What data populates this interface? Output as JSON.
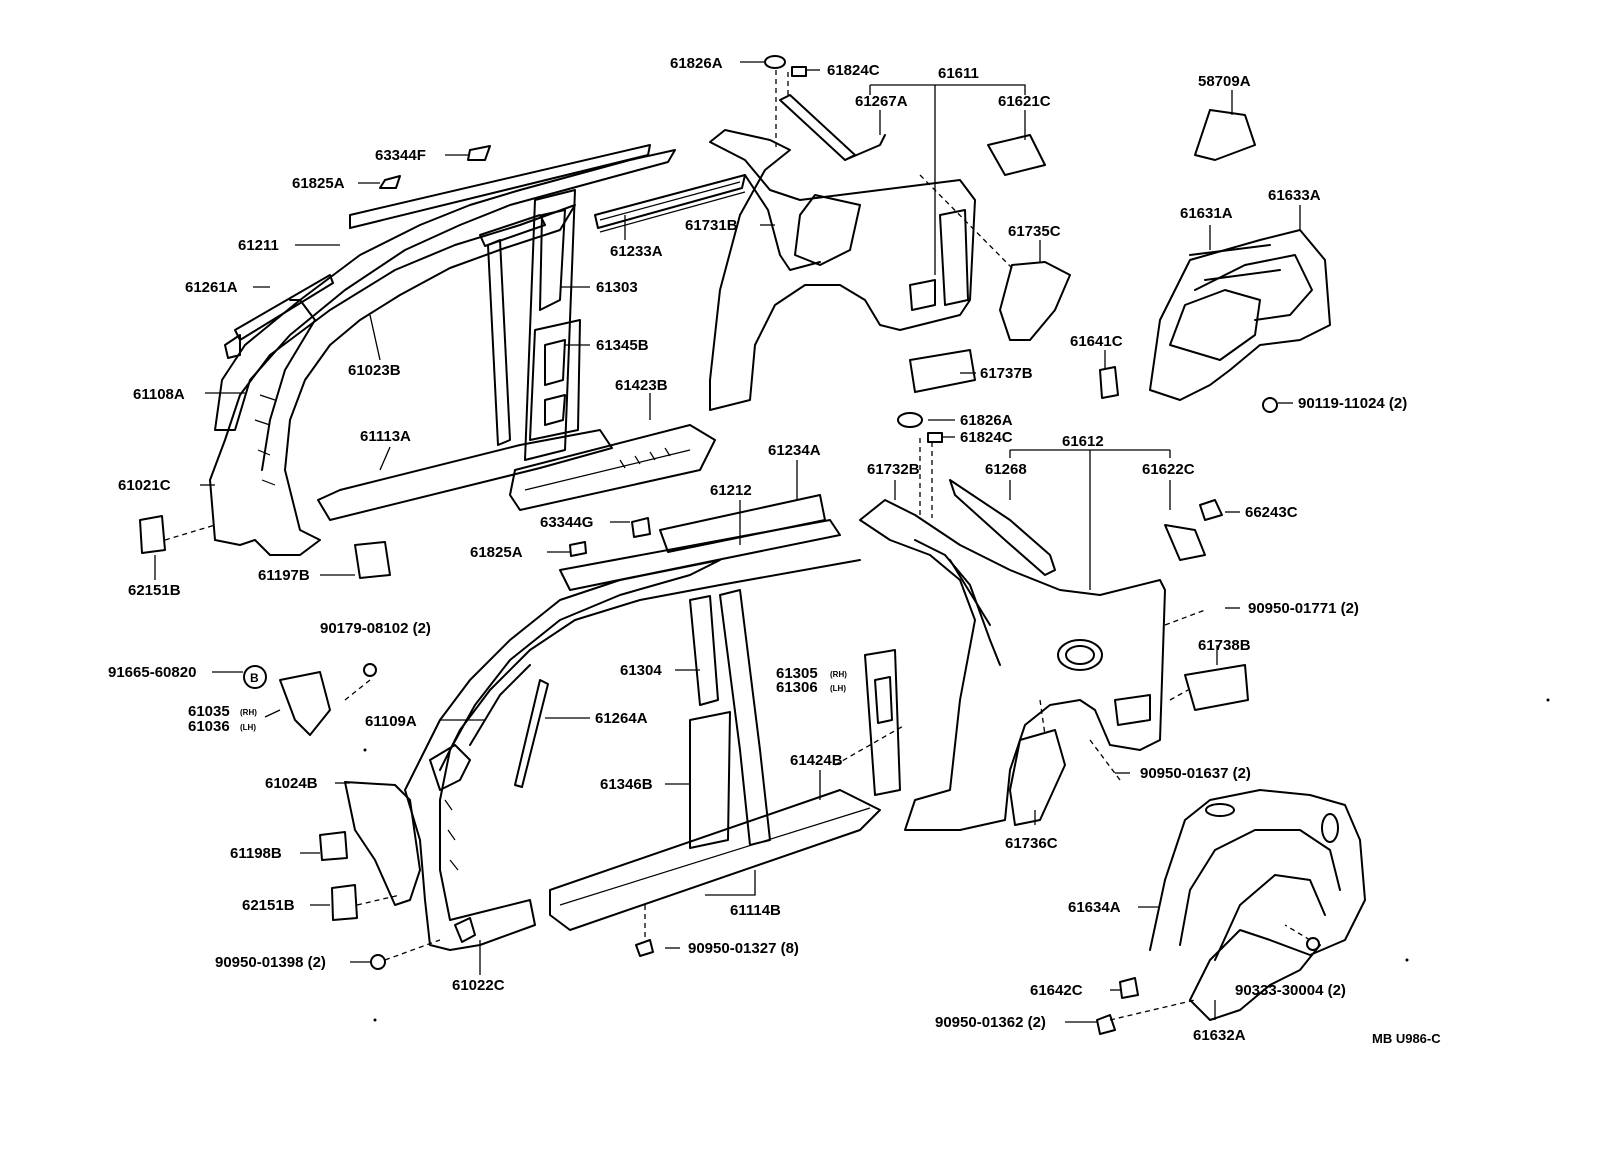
{
  "labels": {
    "l61826A_top": "61826A",
    "l61824C_top": "61824C",
    "l61611": "61611",
    "l61267A": "61267A",
    "l61621C": "61621C",
    "l58709A": "58709A",
    "l63344F": "63344F",
    "l61825A_top": "61825A",
    "l61211": "61211",
    "l61261A": "61261A",
    "l61233A": "61233A",
    "l61731B": "61731B",
    "l61735C": "61735C",
    "l61631A": "61631A",
    "l61633A": "61633A",
    "l61303": "61303",
    "l61023B": "61023B",
    "l61345B": "61345B",
    "l61641C": "61641C",
    "l61108A": "61108A",
    "l61423B": "61423B",
    "l61737B": "61737B",
    "l90119": "90119-11024 (2)",
    "l61113A": "61113A",
    "l61826A_mid": "61826A",
    "l61824C_mid": "61824C",
    "l61234A": "61234A",
    "l61612": "61612",
    "l61021C": "61021C",
    "l61732B": "61732B",
    "l61268": "61268",
    "l61622C": "61622C",
    "l61212": "61212",
    "l63344G": "63344G",
    "l66243C": "66243C",
    "l61825A_mid": "61825A",
    "l62151B_top": "62151B",
    "l61197B": "61197B",
    "l90950_01771": "90950-01771 (2)",
    "l90179": "90179-08102 (2)",
    "l61738B": "61738B",
    "l91665": "91665-60820",
    "l61304": "61304",
    "l61305": "61305",
    "l61306": "61306",
    "rh": "(RH)",
    "lh": "(LH)",
    "l61035": "61035",
    "l61036": "61036",
    "l61109A": "61109A",
    "l61264A": "61264A",
    "l90950_01637": "90950-01637 (2)",
    "l61346B": "61346B",
    "l61424B": "61424B",
    "l61024B": "61024B",
    "l61736C": "61736C",
    "l61198B": "61198B",
    "l61634A": "61634A",
    "l62151B_bot": "62151B",
    "l61114B": "61114B",
    "l90950_01398": "90950-01398 (2)",
    "l90950_01327": "90950-01327 (8)",
    "l90333": "90333-30004 (2)",
    "l61022C": "61022C",
    "l61642C": "61642C",
    "l90950_01362": "90950-01362 (2)",
    "l61632A": "61632A",
    "code": "MB U986-C",
    "b_mark": "B"
  }
}
